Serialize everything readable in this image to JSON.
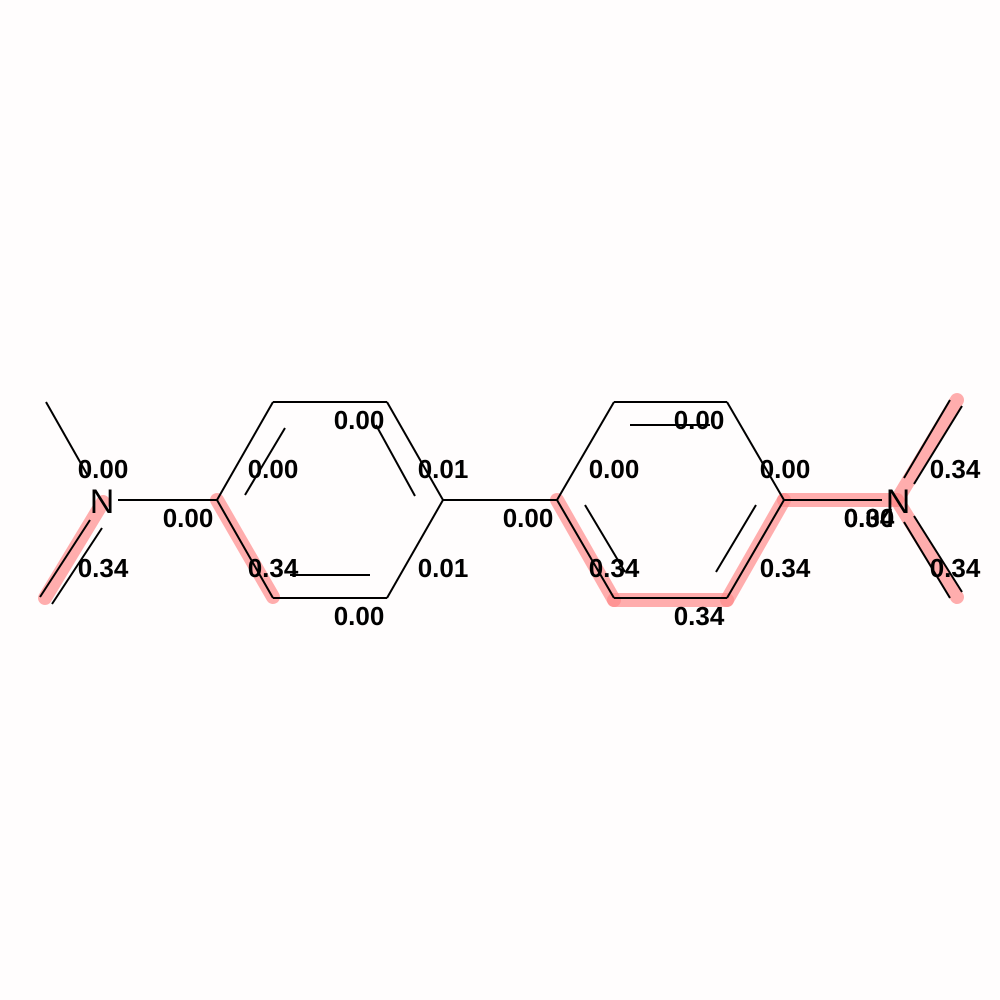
{
  "atoms": {
    "N_left": "N",
    "N_right": "N"
  },
  "highlight_color": "#ff8a8a",
  "bond_color": "#000000",
  "bond_weights": [
    "0.00",
    "0.34",
    "0.00",
    "0.00",
    "0.34",
    "0.00",
    "0.00",
    "0.01",
    "0.01",
    "0.00",
    "0.00",
    "0.00",
    "0.00",
    "0.34",
    "0.34",
    "0.34",
    "0.00",
    "0.34",
    "0.34",
    "0.34"
  ]
}
